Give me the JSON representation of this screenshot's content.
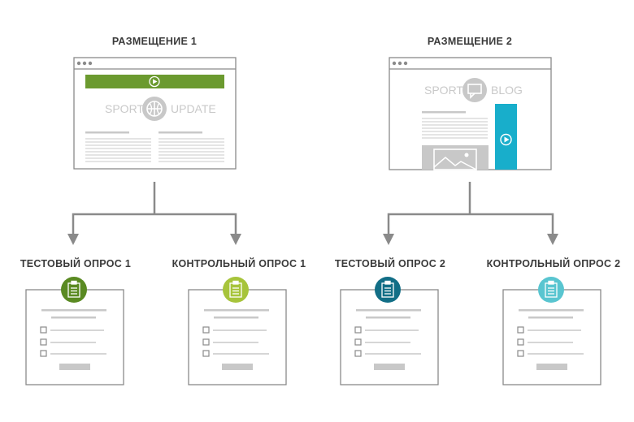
{
  "placements": [
    {
      "title": "РАЗМЕЩЕНИЕ 1",
      "site_words": [
        "SPORTS",
        "UPDATE"
      ],
      "accent": "#6b9a2f"
    },
    {
      "title": "РАЗМЕЩЕНИЕ 2",
      "site_words": [
        "SPORTS",
        "BLOG"
      ],
      "accent": "#18aecb"
    }
  ],
  "surveys": [
    {
      "title": "ТЕСТОВЫЙ ОПРОС 1",
      "badge_color": "#5a8a22"
    },
    {
      "title": "КОНТРОЛЬНЫЙ ОПРОС 1",
      "badge_color": "#a7c43b"
    },
    {
      "title": "ТЕСТОВЫЙ ОПРОС 2",
      "badge_color": "#126e86"
    },
    {
      "title": "КОНТРОЛЬНЫЙ ОПРОС 2",
      "badge_color": "#59c5d0"
    }
  ],
  "colors": {
    "frame": "#8a8a8a",
    "placeholder": "#c8c8c8",
    "arrow": "#8a8a8a"
  }
}
